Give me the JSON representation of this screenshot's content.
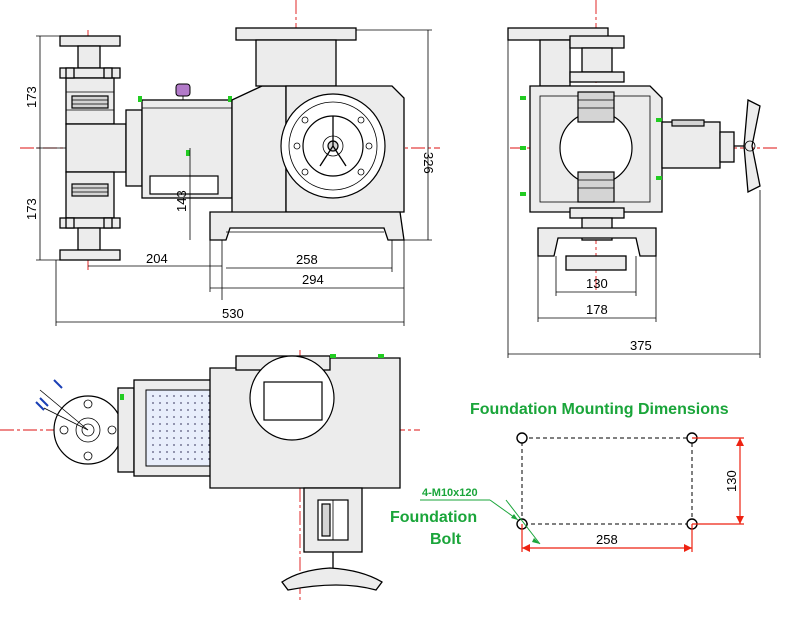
{
  "front_view": {
    "dims": {
      "upper_height": "173",
      "lower_height": "173",
      "total_height": "326",
      "center_height": "143",
      "left_offset": "204",
      "base_span": "258",
      "base_length": "294",
      "total_length": "530"
    }
  },
  "side_view": {
    "dims": {
      "bolt_span": "130",
      "base_width": "178",
      "total_width": "375"
    }
  },
  "foundation": {
    "title": "Foundation Mounting Dimensions",
    "bolt_label_line1": "Foundation",
    "bolt_label_line2": "Bolt",
    "bolt_spec": "4-M10x120",
    "width": "258",
    "height": "130"
  },
  "colors": {
    "label_green": "#1aa53a",
    "dim_red": "#e21",
    "centerline_red": "#d11"
  }
}
